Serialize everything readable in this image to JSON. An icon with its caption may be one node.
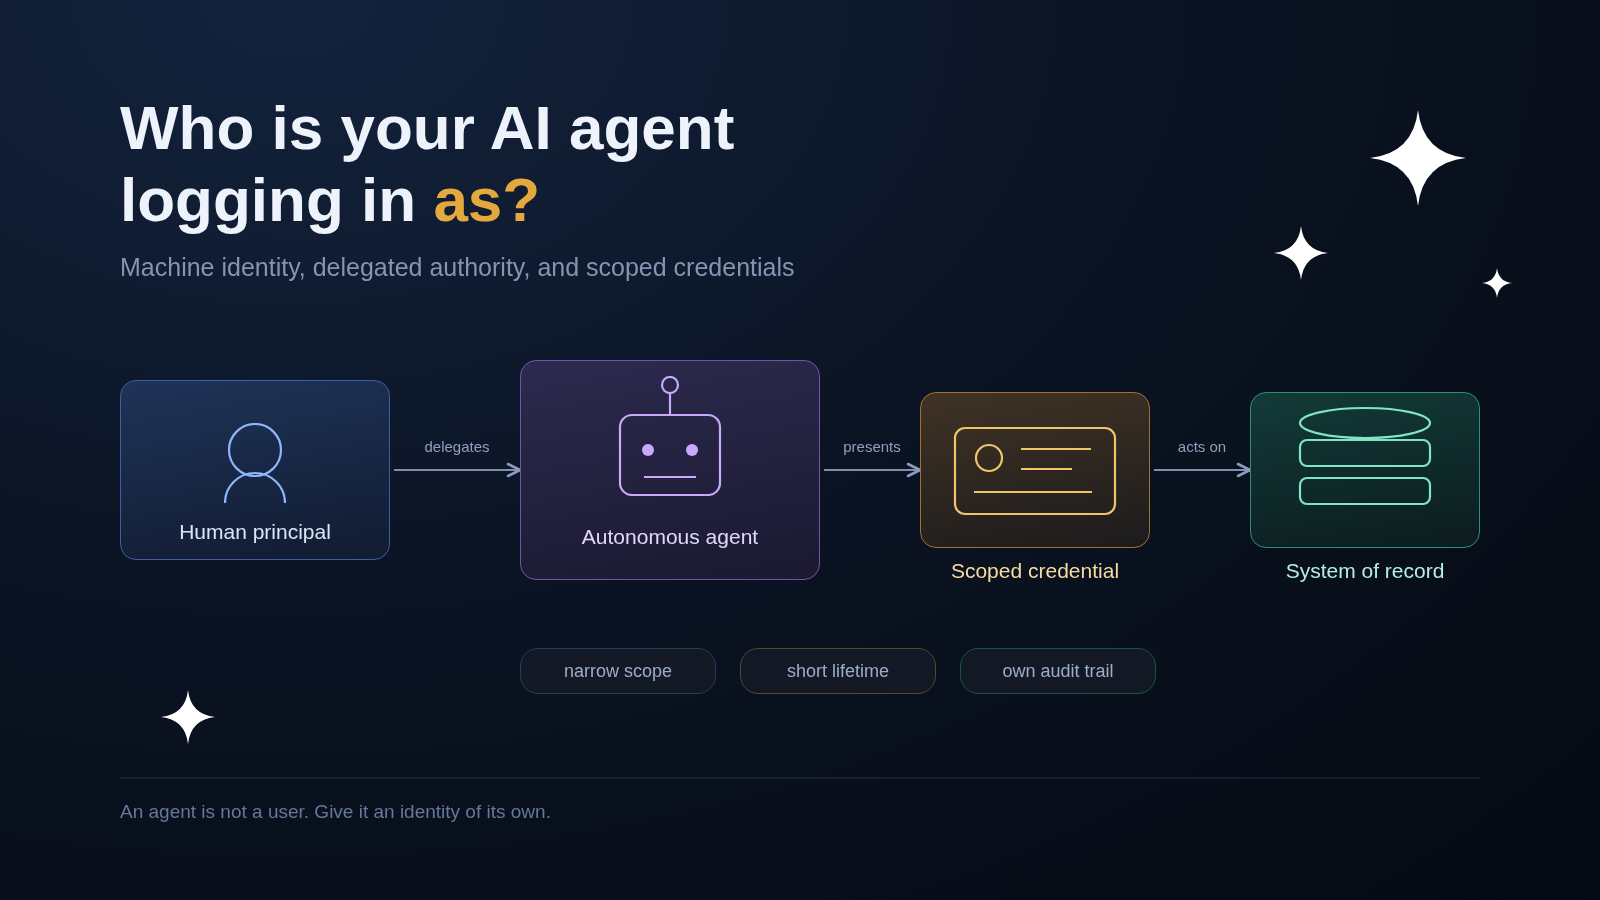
{
  "diagram": {
    "title": "Who is your AI agent logging in as?",
    "caption": "An agent is not a user. Give it an identity of its own.",
    "nodes": [
      {
        "text": [
          "Human principal"
        ]
      },
      {
        "text": [
          "Autonomous agent"
        ]
      },
      {
        "text": [
          "Scoped credential"
        ]
      },
      {
        "text": [
          "System of record"
        ]
      },
      {
        "text": [
          "narrow scope"
        ]
      },
      {
        "text": [
          "short lifetime"
        ]
      },
      {
        "text": [
          "own audit trail"
        ]
      }
    ],
    "edges": [
      {
        "from": 0,
        "to": 1,
        "arrow": "to",
        "label": "delegates"
      },
      {
        "from": 1,
        "to": 2,
        "arrow": "to",
        "label": "presents"
      },
      {
        "from": 2,
        "to": 3,
        "arrow": "to",
        "label": "acts on"
      }
    ],
    "labels": [
      "Machine identity, delegated authority, and scoped credentials"
    ]
  }
}
